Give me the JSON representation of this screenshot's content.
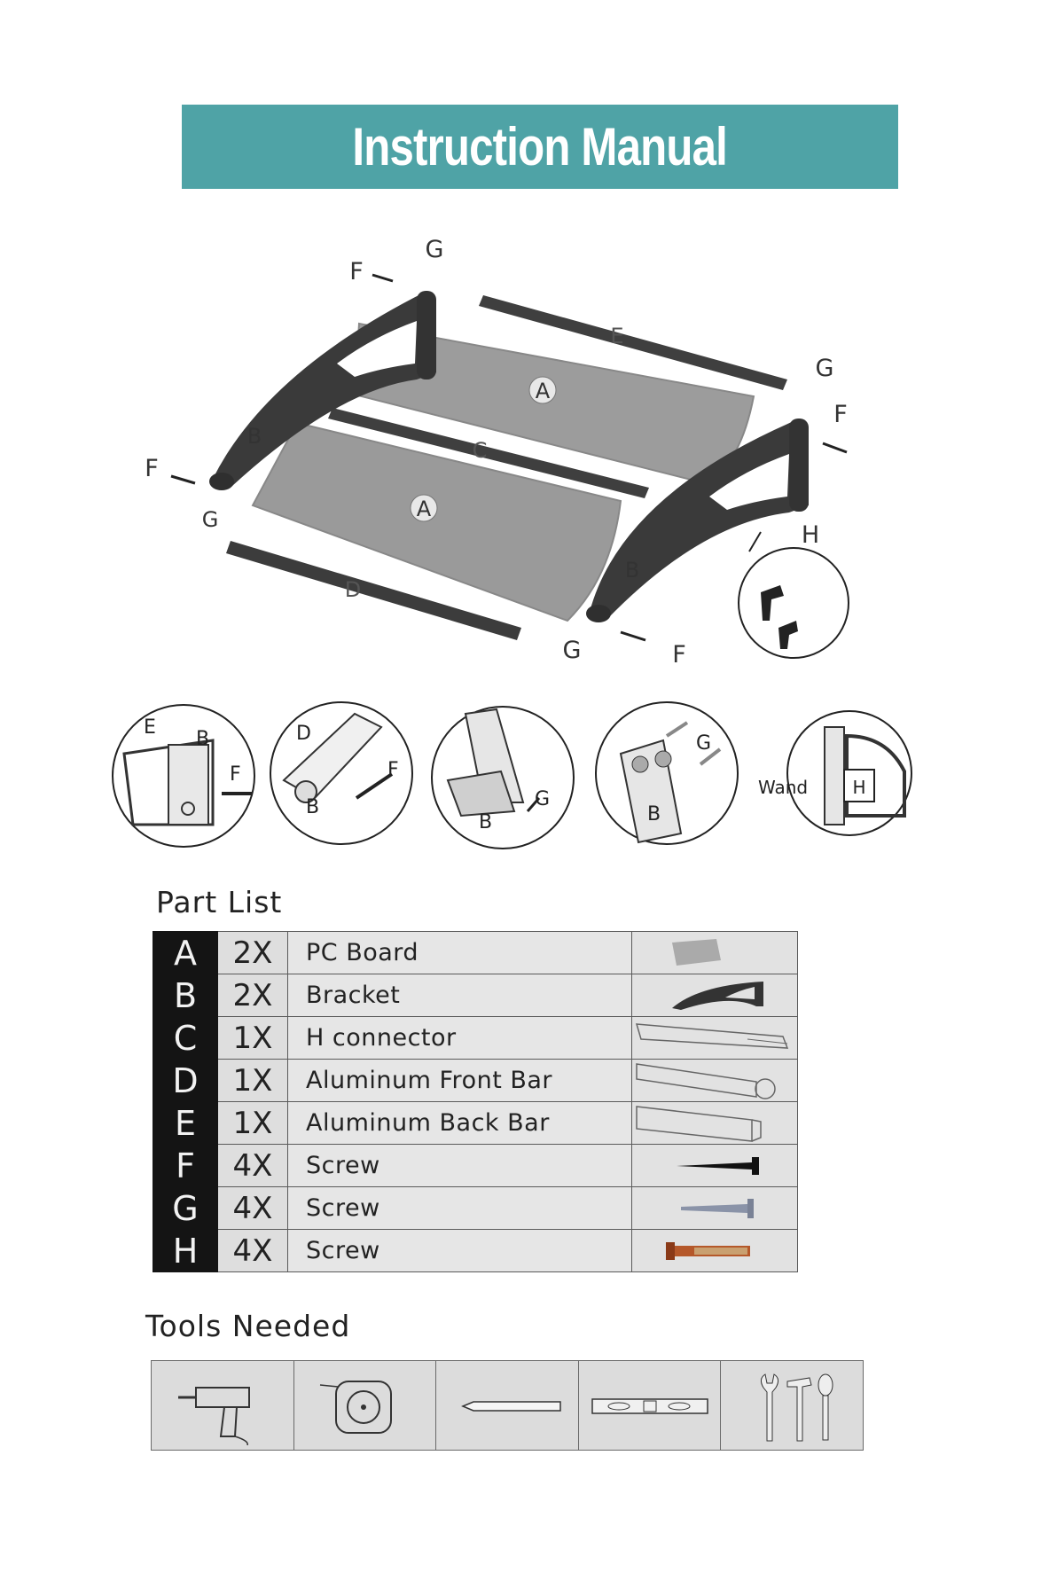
{
  "header": {
    "title": "Instruction Manual"
  },
  "diagram": {
    "labels": {
      "G_top": "G",
      "F_top": "F",
      "E": "E",
      "A_back": "A",
      "G_right": "G",
      "F_right": "F",
      "B_left": "B",
      "C": "C",
      "F_left": "F",
      "G_left": "G",
      "A_front": "A",
      "H": "H",
      "B_right": "B",
      "D": "D",
      "G_bottom": "G",
      "F_bottom": "F"
    }
  },
  "details": [
    {
      "labels": [
        "E",
        "B",
        "F"
      ]
    },
    {
      "labels": [
        "D",
        "F",
        "B"
      ]
    },
    {
      "labels": [
        "B",
        "G"
      ]
    },
    {
      "labels": [
        "G",
        "B"
      ]
    },
    {
      "labels": [
        "Wand",
        "H"
      ]
    }
  ],
  "part_list": {
    "title": "Part List",
    "rows": [
      {
        "letter": "A",
        "qty": "2X",
        "name": "PC Board",
        "icon": "pc-board-icon"
      },
      {
        "letter": "B",
        "qty": "2X",
        "name": "Bracket",
        "icon": "bracket-icon"
      },
      {
        "letter": "C",
        "qty": "1X",
        "name": "H connector",
        "icon": "h-connector-icon"
      },
      {
        "letter": "D",
        "qty": "1X",
        "name": "Aluminum Front Bar",
        "icon": "front-bar-icon"
      },
      {
        "letter": "E",
        "qty": "1X",
        "name": "Aluminum Back Bar",
        "icon": "back-bar-icon"
      },
      {
        "letter": "F",
        "qty": "4X",
        "name": "Screw",
        "icon": "black-screw-icon"
      },
      {
        "letter": "G",
        "qty": "4X",
        "name": "Screw",
        "icon": "silver-screw-icon"
      },
      {
        "letter": "H",
        "qty": "4X",
        "name": "Screw",
        "icon": "expansion-bolt-icon"
      }
    ]
  },
  "tools": {
    "title": "Tools Needed",
    "items": [
      "drill-icon",
      "tape-measure-icon",
      "pencil-icon",
      "spirit-level-icon",
      "hand-tools-icon"
    ]
  },
  "colors": {
    "banner": "#4fa3a6",
    "letter_cell": "#141414",
    "panel": "#9a9a9a",
    "bracket": "#3a3a3a"
  }
}
